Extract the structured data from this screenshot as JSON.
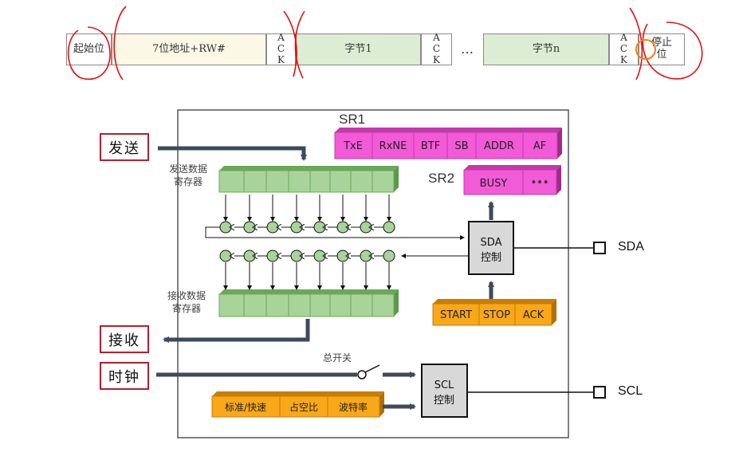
{
  "frame": {
    "start": "起始位",
    "address": "7位地址+RW#",
    "ack": "ACK",
    "byte1": "字节1",
    "ellipsis": "…",
    "byten": "字节n",
    "stop": "停止位"
  },
  "labels": {
    "send": "发送",
    "receive": "接收",
    "clock": "时钟",
    "send_reg": [
      "发送数据",
      "寄存器"
    ],
    "recv_reg": [
      "接收数据",
      "寄存器"
    ],
    "master_switch": "总开关",
    "sda_pin": "SDA",
    "scl_pin": "SCL"
  },
  "sr1": {
    "title": "SR1",
    "bits": [
      "TxE",
      "RxNE",
      "BTF",
      "SB",
      "ADDR",
      "AF"
    ]
  },
  "sr2": {
    "title": "SR2",
    "bits": [
      "BUSY",
      "•••"
    ]
  },
  "sda_ctrl": [
    "SDA",
    "控制"
  ],
  "scl_ctrl": [
    "SCL",
    "控制"
  ],
  "cr_bits": [
    "START",
    "STOP",
    "ACK"
  ],
  "ccr_bits": [
    "标准/快速",
    "占空比",
    "波特率"
  ],
  "colors": {
    "magenta": "#f25ad8",
    "magenta_dark": "#c23aa8",
    "orange": "#f8a818",
    "orange_dark": "#c97d05",
    "green_reg": "#a8d49a",
    "green_reg_dark": "#6aa85a",
    "arrow": "#3c4a5e",
    "red_box": "#b02030",
    "red_mark": "#e01010",
    "orange_mark": "#ff7a10"
  }
}
